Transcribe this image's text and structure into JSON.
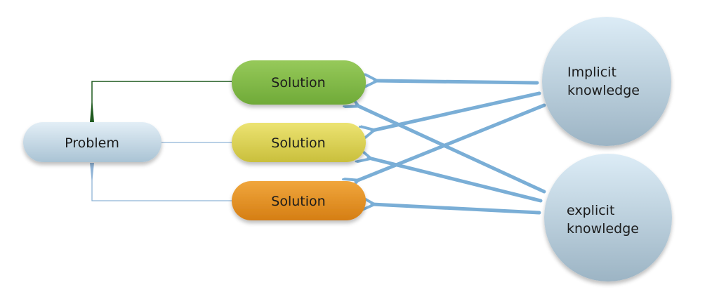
{
  "problem": {
    "label": "Problem"
  },
  "solutions": [
    {
      "label": "Solution",
      "color_top": "#96c95a",
      "color_bottom": "#6faa38"
    },
    {
      "label": "Solution",
      "color_top": "#ece372",
      "color_bottom": "#c9bf3c"
    },
    {
      "label": "Solution",
      "color_top": "#f0a63c",
      "color_bottom": "#d57e14"
    }
  ],
  "knowledge": [
    {
      "line1": "Implicit",
      "line2": "knowledge"
    },
    {
      "line1": "explicit",
      "line2": "knowledge"
    }
  ],
  "colors": {
    "arrow": "#7aaed6",
    "connector_top": "#1f5a1f",
    "connector": "#8fb3d6",
    "problem_top": "#e2eef6",
    "problem_bottom": "#a9c3d4",
    "circle_top": "#dcecf6",
    "circle_bottom": "#9cb4c4"
  }
}
